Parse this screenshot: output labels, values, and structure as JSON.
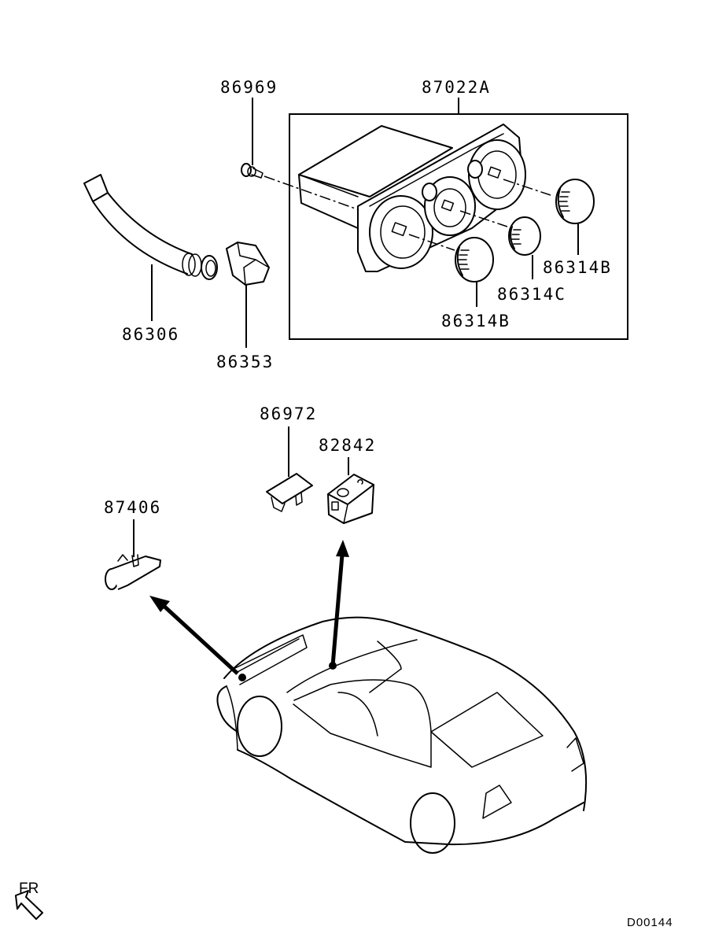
{
  "diagram": {
    "type": "exploded-parts-diagram",
    "subject": "Heater control panel and related parts",
    "drawing_code": "D00144",
    "orientation_label": "FR",
    "callouts": [
      {
        "id": "86969",
        "part": "screw"
      },
      {
        "id": "87022A",
        "part": "heater-control-assembly"
      },
      {
        "id": "86314B",
        "part": "control-knob-right"
      },
      {
        "id": "86314C",
        "part": "control-knob-center"
      },
      {
        "id": "86314B",
        "part": "control-knob-left"
      },
      {
        "id": "86306",
        "part": "aspirator-hose"
      },
      {
        "id": "86353",
        "part": "aspirator-clip"
      },
      {
        "id": "86972",
        "part": "cover-plug"
      },
      {
        "id": "82842",
        "part": "switch"
      },
      {
        "id": "87406",
        "part": "sensor"
      }
    ]
  }
}
